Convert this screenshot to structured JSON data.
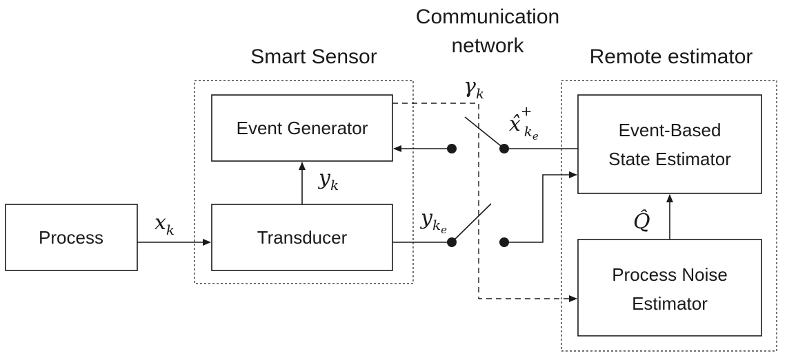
{
  "headers": {
    "smart_sensor": "Smart Sensor",
    "network_line1": "Communication",
    "network_line2": "network",
    "remote_estimator": "Remote estimator"
  },
  "blocks": {
    "process": "Process",
    "event_generator": "Event Generator",
    "transducer": "Transducer",
    "state_estimator_line1": "Event-Based",
    "state_estimator_line2": "State Estimator",
    "noise_estimator_line1": "Process Noise",
    "noise_estimator_line2": "Estimator"
  },
  "signals": {
    "x": "x",
    "x_sub": "k",
    "y": "y",
    "y_sub": "k",
    "y_ke": "y",
    "y_ke_sub": "k",
    "y_ke_subsub": "e",
    "gamma": "γ",
    "gamma_sub": "k",
    "xhat": "x̂",
    "xhat_sup": "+",
    "xhat_sub": "k",
    "xhat_subsub": "e",
    "qhat": "Q̂"
  }
}
